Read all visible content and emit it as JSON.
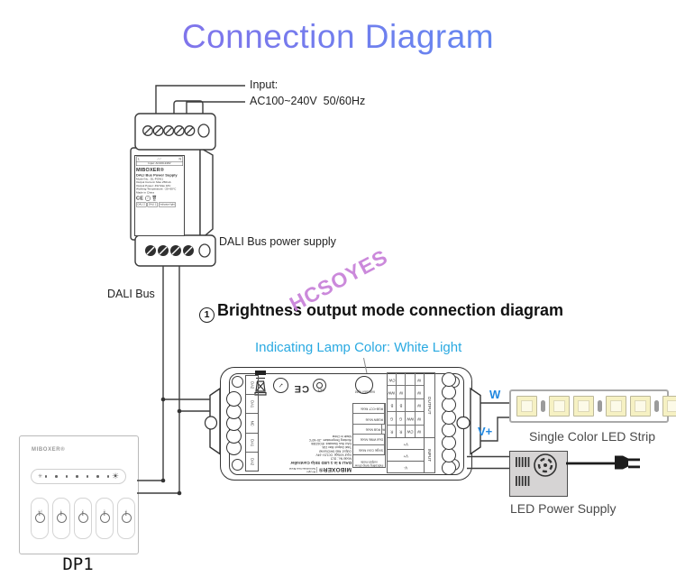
{
  "title": "Connection Diagram",
  "watermark": "HCSOYES",
  "colors": {
    "title_gradient_start": "#8a6ee9",
    "title_gradient_end": "#5a8df2",
    "note_blue": "#29a9e1",
    "wire_label_blue": "#2188e0",
    "watermark_purple": "#c77fd8"
  },
  "input_callout": {
    "line1": "Input:",
    "line2": "AC100~240V  50/60Hz"
  },
  "bus_label": "DALI Bus",
  "section_heading": {
    "number": "1",
    "text": "Brightness output mode connection diagram"
  },
  "indicating_note": "Indicating Lamp Color: White Light",
  "dali_psu": {
    "caption": "DALI Bus power supply",
    "label": {
      "terminal_l": "L",
      "terminal_n": "N",
      "input_row": "Input: AC100-240V",
      "logo": "MIBOXER®",
      "name": "DALI Bus Power Supply",
      "specs": [
        "Model No.: DL-POW1",
        "Output Current: Max 250mA",
        "Output Power: 4W Max 16V",
        "Working Temperature: -20~60°C",
        "Made in China"
      ],
      "ce_mark": "CE",
      "cert_icon": "✓",
      "icons": [
        "ce-mark",
        "rohs-circle-icon",
        "weee-bin-icon"
      ],
      "bottom": [
        "DALI 2",
        "DALI 1",
        "Indicator light"
      ]
    }
  },
  "controller": {
    "logo": "MIBOXER®",
    "tagline1": "Mi-Light",
    "tagline2": "Subordinate New Brand",
    "name": "DALI 5 in 1 LED Strip Controller",
    "specs": [
      "Model No.: DL5",
      "Input Voltage: DC12V~24V",
      "Output: Max 6A/Channel",
      "Total Output: Max 15A",
      "DALI Bus Standard: IEC62386",
      "Working Temperature: -20~60°C",
      "Made in China"
    ],
    "mode_table": {
      "header": "Indicating lamp show output mode",
      "rows": [
        [
          "White",
          "Single Color Mode"
        ],
        [
          "Yellow",
          "Dual White Mode"
        ],
        [
          "Red",
          "RGB Mode"
        ],
        [
          "Green",
          "RGBW Mode"
        ],
        [
          "Blue",
          "RGB+CCT Mode"
        ]
      ]
    },
    "set_label": "SET",
    "indicator_label": "Indicator light",
    "ce_mark": "CE",
    "cert_icon": "✓",
    "input_label": "INPUT",
    "output_label": "OUTPUT",
    "input_terminals": [
      "V-",
      "V+",
      "V+"
    ],
    "output_grid": [
      [
        "W",
        "CW",
        "R",
        "R"
      ],
      [
        "W",
        "WW",
        "G",
        "G"
      ],
      [
        "W",
        "",
        "B",
        "B"
      ],
      [
        "W",
        "",
        "W",
        "WW"
      ],
      [
        "W",
        "",
        "",
        "CW"
      ]
    ],
    "dali_terminals": [
      "DA2",
      "DA1",
      "NC",
      "DA1",
      "DA2"
    ]
  },
  "wire_labels": {
    "w": "W",
    "v_plus": "V+"
  },
  "led_strip": {
    "caption": "Single Color LED Strip",
    "pattern": [
      "led",
      "res",
      "led",
      "led",
      "res",
      "led",
      "led",
      "res",
      "led"
    ]
  },
  "led_psu": {
    "caption": "LED Power Supply"
  },
  "panel": {
    "logo": "MIBOXER®",
    "buttons": [
      "All",
      "1",
      "2",
      "3",
      "4"
    ],
    "name": "DP1"
  }
}
